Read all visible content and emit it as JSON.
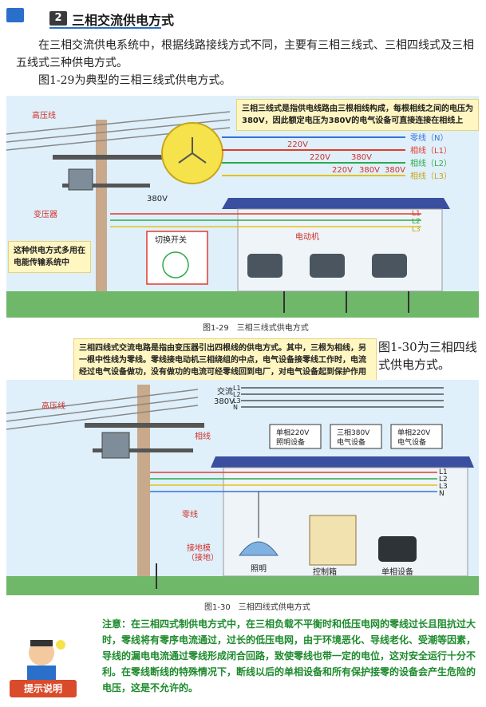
{
  "header": {
    "number": "2",
    "title": "三相交流供电方式"
  },
  "intro": {
    "p1": "在三相交流供电系统中，根据线路接线方式不同，主要有三相三线式、三相四线式及三相五线式三种供电方式。",
    "p2": "图1-29为典型的三相三线式供电方式。"
  },
  "fig29": {
    "note": "三相三线式是指供电线路由三根相线构成，每根相线之间的电压为380V，因此额定电压为380V的电气设备可直接连接在相线上",
    "lines": [
      "零线（N）",
      "相线（L1）",
      "相线（L2）",
      "相线（L3）"
    ],
    "v220": "220V",
    "v380": "380V",
    "label_hv": "高压线",
    "label_transformer": "变压器",
    "label_switch": "切换开关",
    "label_motor": "电动机",
    "label_L1": "L1",
    "label_L2": "L2",
    "label_L3": "L3",
    "side_note": "这种供电方式多用在电能传输系统中",
    "caption": "图1-29　三相三线式供电方式"
  },
  "fig30_intro": "图1-30为三相四线式供电方式。",
  "fig30": {
    "note": "三相四线式交流电路是指由变压器引出四根线的供电方式。其中，三根为相线，另一根中性线为零线。零线接电动机三相绕组的中点，电气设备接零线工作时，电流经过电气设备做功，没有做功的电流可经零线回到电厂，对电气设备起到保护作用",
    "ac": "交流",
    "v380": "380V",
    "lines": [
      "L1",
      "L2",
      "L3",
      "N"
    ],
    "dev1": [
      "单相220V",
      "照明设备"
    ],
    "dev2": [
      "三相380V",
      "电气设备"
    ],
    "dev3": [
      "单相220V",
      "电气设备"
    ],
    "label_hv": "高压线",
    "label_phase": "相线",
    "label_neutral": "零线",
    "label_ground": [
      "接地模",
      "（接地）"
    ],
    "label_light": "照明",
    "label_box": "控制箱",
    "label_single": "单相设备",
    "caption": "图1-30　三相四线式供电方式"
  },
  "tip": {
    "label": "提示说明",
    "text": "注意：在三相四式制供电方式中，在三相负载不平衡时和低压电网的零线过长且阻抗过大时，零线将有零序电流通过，过长的低压电网，由于环境恶化、导线老化、受潮等因素，导线的漏电电流通过零线形成闭合回路，致使零线也带一定的电位，这对安全运行十分不利。在零线断线的特殊情况下，断线以后的单相设备和所有保护接零的设备会产生危险的电压，这是不允许的。"
  },
  "colors": {
    "accent": "#2a6fc9",
    "sky": "#dff0fb",
    "ground": "#6fb86a",
    "roof": "#3a4fa0",
    "L1": "#e23b2e",
    "L2": "#2fa84a",
    "L3": "#e0c21a",
    "N": "#3a6fd8",
    "tip_green": "#1d8a2c"
  }
}
